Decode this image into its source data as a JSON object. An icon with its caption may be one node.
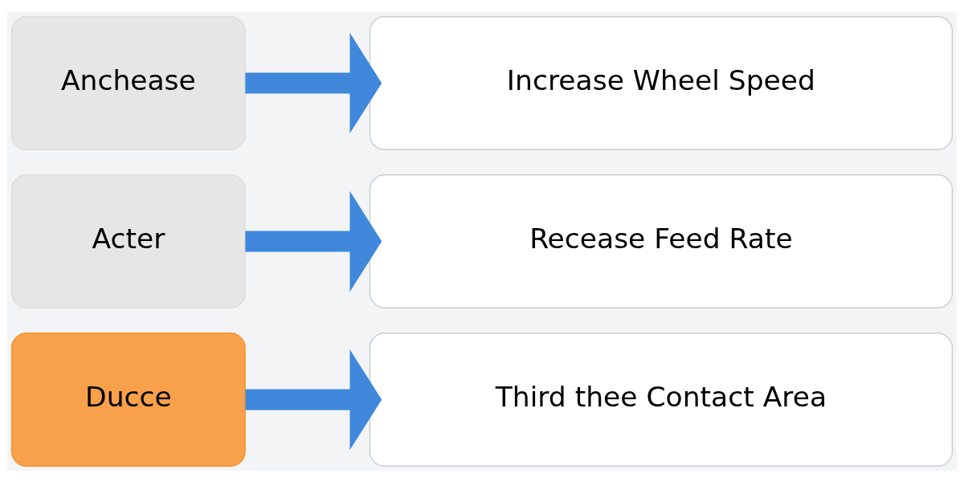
{
  "diagram": {
    "nodes": [
      {
        "text": [
          "Anchease"
        ]
      },
      {
        "text": [
          "Increase Wheel Speed"
        ]
      },
      {
        "text": [
          "Acter"
        ]
      },
      {
        "text": [
          "Recease Feed Rate"
        ]
      },
      {
        "text": [
          "Ducce"
        ]
      },
      {
        "text": [
          "Third thee Contact Area"
        ]
      }
    ],
    "edges": [
      {
        "from": 0,
        "to": 1,
        "arrow": "to",
        "color": "#3f88dc"
      },
      {
        "from": 2,
        "to": 3,
        "arrow": "to",
        "color": "#3f88dc"
      },
      {
        "from": 4,
        "to": 5,
        "arrow": "to",
        "color": "#3f88dc"
      }
    ]
  }
}
